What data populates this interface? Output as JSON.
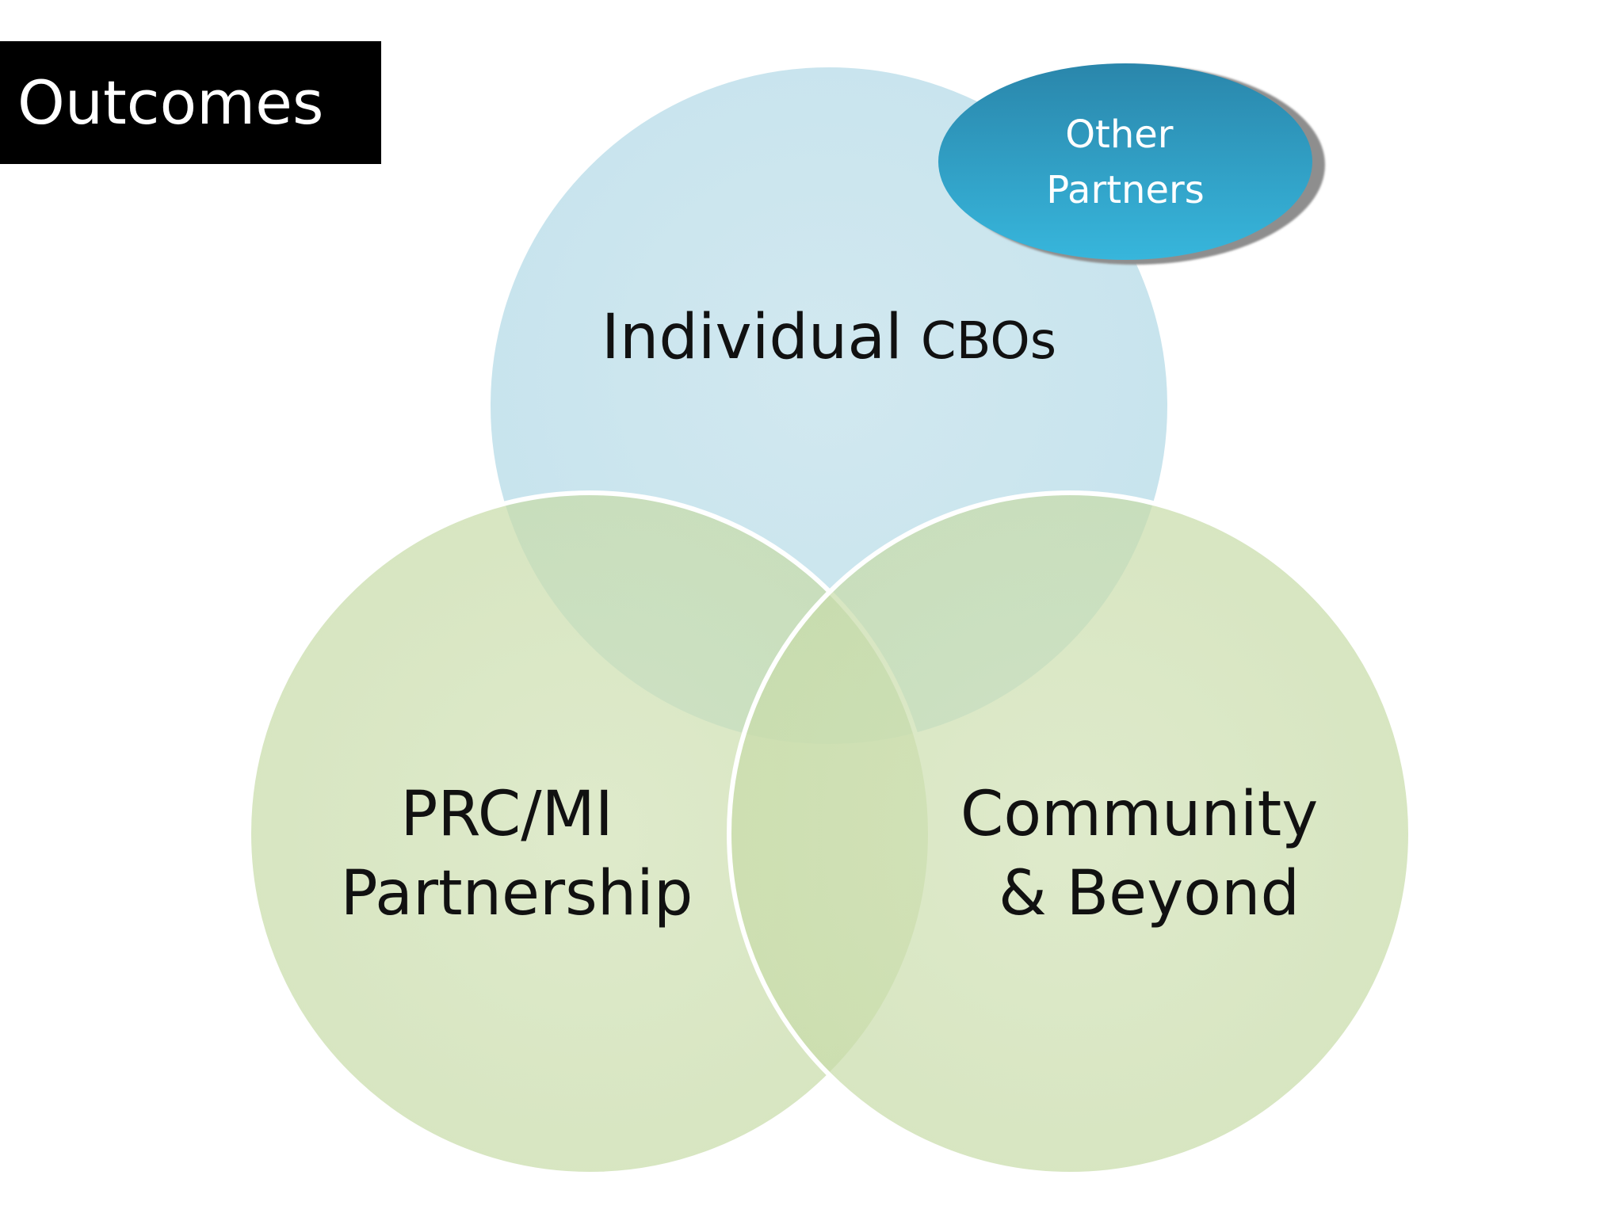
{
  "slide": {
    "title": "Outcomes"
  },
  "diagram": {
    "type": "venn",
    "sets": [
      {
        "id": "cbos",
        "label_main": "Individual",
        "label_small": "CBOs",
        "color": "#c4e2ec"
      },
      {
        "id": "prc",
        "label_lines": [
          "PRC/MI",
          "Partnership"
        ],
        "color": "#c6dba7"
      },
      {
        "id": "community",
        "label_lines": [
          "Community",
          "& Beyond"
        ],
        "color": "#c6dba7"
      }
    ],
    "other_partners": {
      "label_lines": [
        "Other",
        "Partners"
      ],
      "color": "#2a9cc2"
    }
  }
}
